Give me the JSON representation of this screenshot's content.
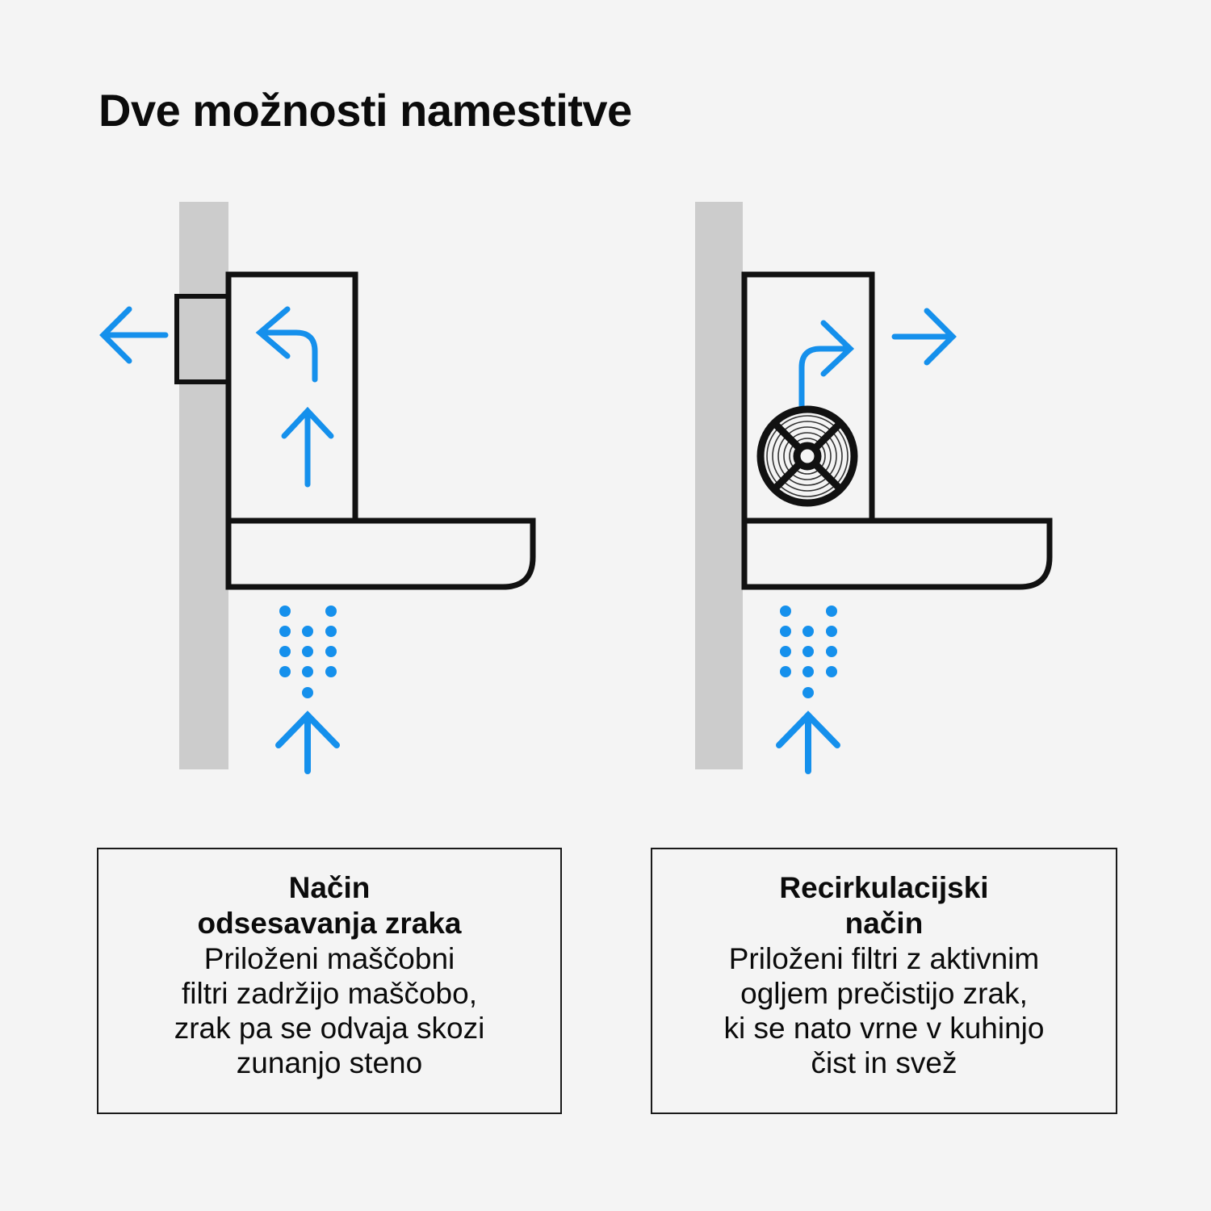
{
  "page": {
    "title": "Dve možnosti namestitve",
    "background_color": "#f4f4f4"
  },
  "colors": {
    "accent_blue": "#1590ec",
    "line_black": "#111111",
    "wall_gray": "#cccccc",
    "background": "#f4f4f4",
    "text": "#0b0b0b"
  },
  "diagrams": [
    {
      "id": "ducted-extraction",
      "wall_label": "exterior-wall",
      "has_fan": false,
      "has_wall_duct": true,
      "arrows": [
        {
          "name": "outdoor-exhaust-arrow",
          "direction": "left",
          "type": "straight"
        },
        {
          "name": "internal-airflow-arrow",
          "direction": "up-then-left",
          "type": "curved"
        },
        {
          "name": "hood-intake-arrow",
          "direction": "up",
          "type": "straight"
        },
        {
          "name": "cooktop-intake-arrow",
          "direction": "up",
          "type": "straight"
        }
      ],
      "particles_label": "grease-particles"
    },
    {
      "id": "recirculation",
      "wall_label": "exterior-wall",
      "has_fan": true,
      "has_wall_duct": false,
      "arrows": [
        {
          "name": "internal-airflow-arrow",
          "direction": "up-then-right",
          "type": "curved"
        },
        {
          "name": "clean-air-return-arrow",
          "direction": "right",
          "type": "straight"
        },
        {
          "name": "cooktop-intake-arrow",
          "direction": "up",
          "type": "straight"
        }
      ],
      "particles_label": "grease-particles",
      "fan_label": "carbon-filter-fan"
    }
  ],
  "captions": {
    "left": {
      "title": "Način\nodsesavanja zraka",
      "body": "Priloženi maščobni\nfiltri zadržijo maščobo,\nzrak pa se odvaja skozi\nzunanjo steno"
    },
    "right": {
      "title": "Recirkulacijski\nnačin",
      "body": "Priloženi filtri z aktivnim\nogljem prečistijo zrak,\nki se nato vrne v kuhinjo\nčist in svež"
    }
  }
}
